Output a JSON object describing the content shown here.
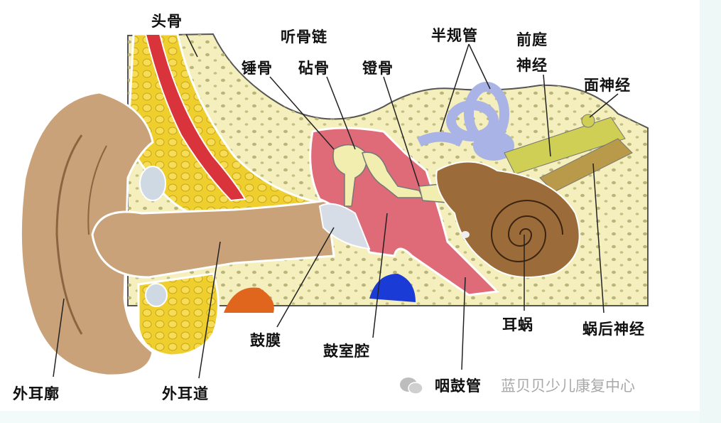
{
  "diagram": {
    "labels": {
      "skull": "头骨",
      "ossicles": "听骨链",
      "malleus": "锤骨",
      "incus": "砧骨",
      "stapes": "镫骨",
      "semicircular_canals": "半规管",
      "vestibular_nerve_1": "前庭",
      "vestibular_nerve_2": "神经",
      "facial_nerve": "面神经",
      "auricle": "外耳廓",
      "ear_canal": "外耳道",
      "eardrum": "鼓膜",
      "tympanic_cavity": "鼓室腔",
      "eustachian_tube": "咽鼓管",
      "cochlea": "耳蜗",
      "retrocochlear_nerve": "蜗后神经"
    },
    "watermark": "蓝贝贝少儿康复中心",
    "colors": {
      "bone": "#f4efbc",
      "skin": "#c9a27a",
      "skull_yellow": "#efcf2e",
      "muscle_red": "#d9333b",
      "middle_ear": "#df6b78",
      "canals": "#a9b3e6",
      "cochlea": "#9c6b3a",
      "nerve": "#cfcf55",
      "blue": "#1b3bd6",
      "orange": "#e0661e"
    }
  }
}
